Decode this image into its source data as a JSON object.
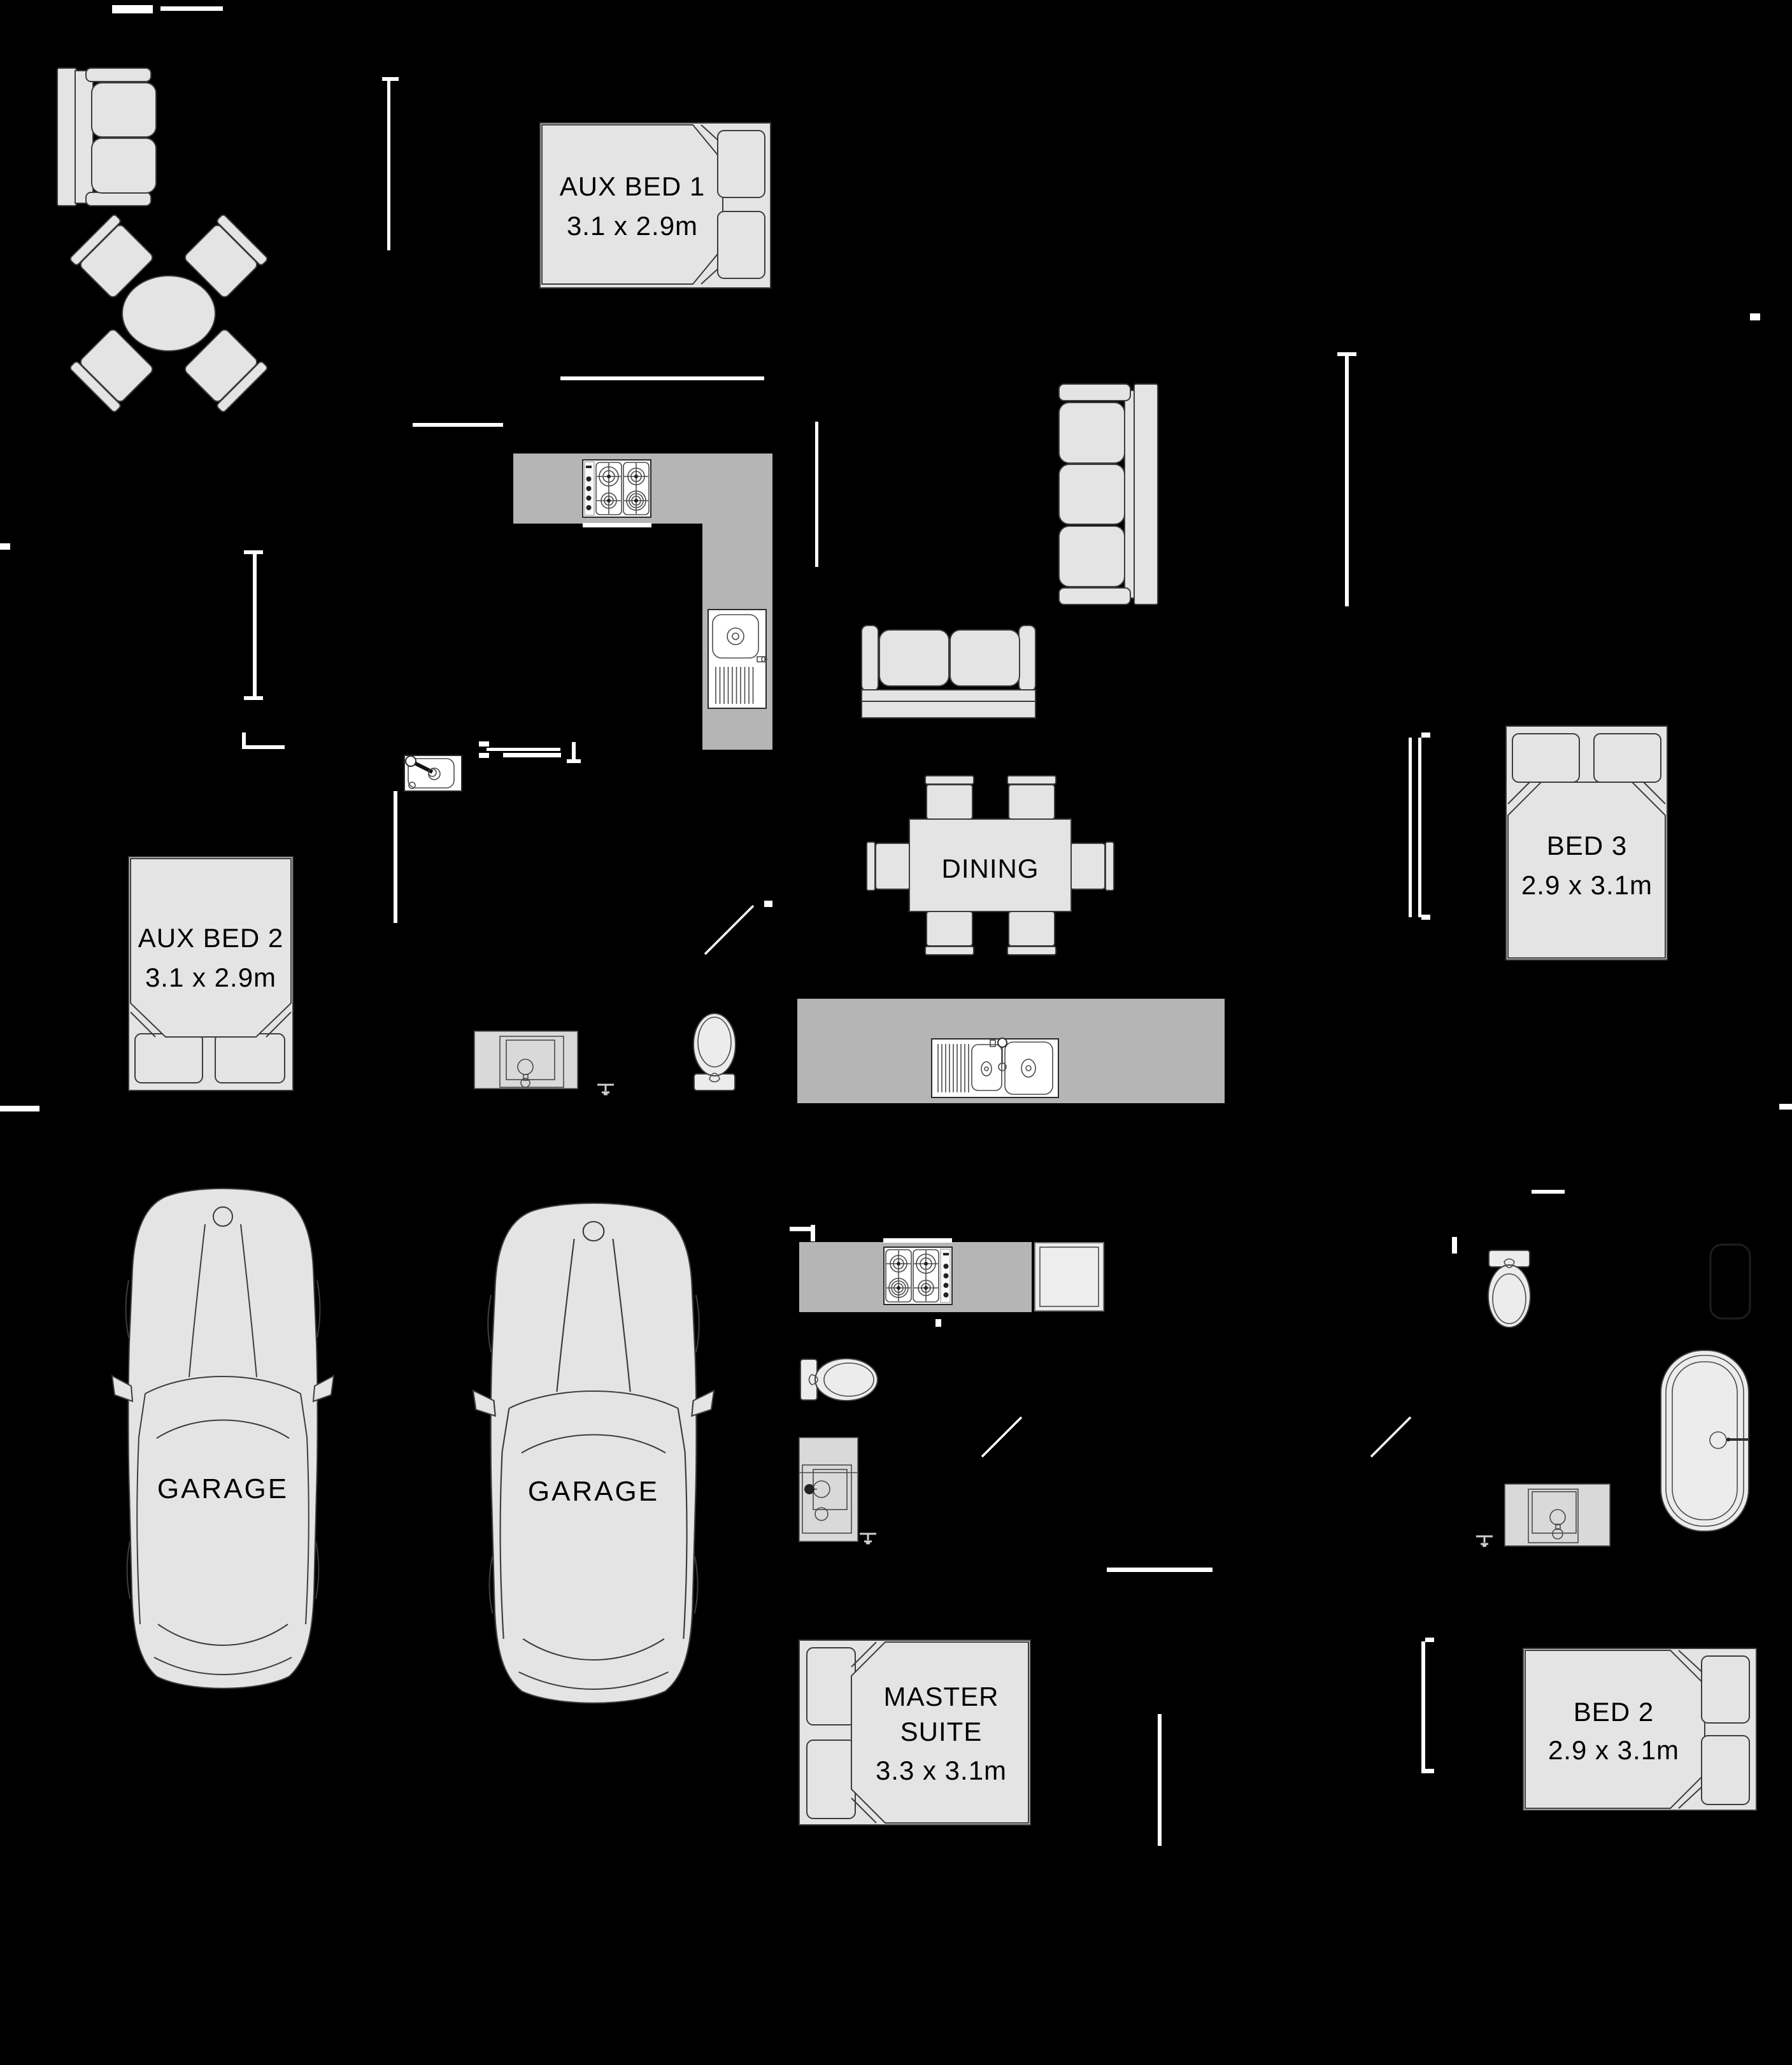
{
  "colors": {
    "background": "#000000",
    "furniture_fill": "#e4e4e4",
    "furniture_outline": "#3c3c3c",
    "counter_fill": "#b5b5b5",
    "fixture_white": "#ffffff",
    "wall_marking": "#ffffff",
    "label_text": "#000000"
  },
  "rooms": {
    "aux_bed_1": {
      "name": "AUX BED 1",
      "size": "3.1 x 2.9m"
    },
    "aux_bed_2": {
      "name": "AUX BED 2",
      "size": "3.1 x 2.9m"
    },
    "bed_3": {
      "name": "BED 3",
      "size": "2.9 x 3.1m"
    },
    "bed_2": {
      "name": "BED 2",
      "size": "2.9 x 3.1m"
    },
    "master_suite": {
      "name_line1": "MASTER",
      "name_line2": "SUITE",
      "size": "3.3 x 3.1m"
    },
    "dining": {
      "name": "DINING"
    },
    "garage_left": {
      "name": "GARAGE"
    },
    "garage_right": {
      "name": "GARAGE"
    }
  }
}
